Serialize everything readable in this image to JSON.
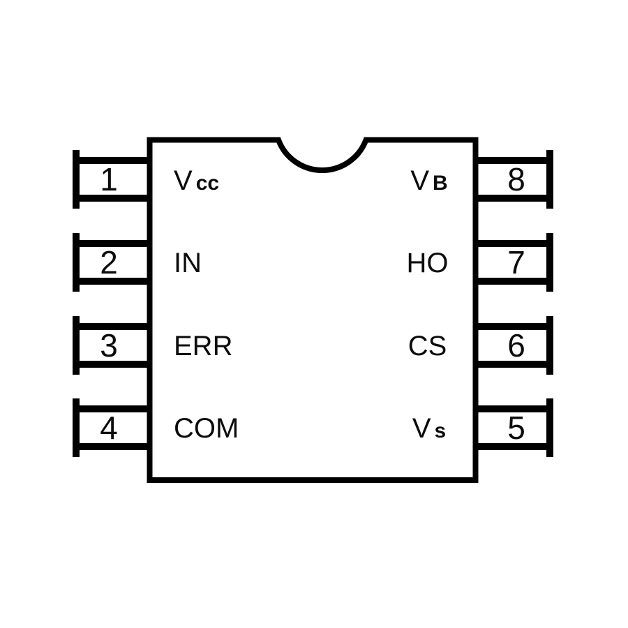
{
  "diagram": {
    "type": "ic-pinout",
    "package_view": "8-pin package, top view with notch",
    "background_color": "#ffffff",
    "outline_color": "#000000",
    "text_color": "#0c0c0c"
  },
  "pins": {
    "left": [
      {
        "number": "1",
        "name": "V",
        "subscript": "cc"
      },
      {
        "number": "2",
        "name": "IN",
        "subscript": ""
      },
      {
        "number": "3",
        "name": "ERR",
        "subscript": ""
      },
      {
        "number": "4",
        "name": "COM",
        "subscript": ""
      }
    ],
    "right": [
      {
        "number": "8",
        "name": "V",
        "subscript": "B"
      },
      {
        "number": "7",
        "name": "HO",
        "subscript": ""
      },
      {
        "number": "6",
        "name": "CS",
        "subscript": ""
      },
      {
        "number": "5",
        "name": "V",
        "subscript": "s"
      }
    ]
  }
}
